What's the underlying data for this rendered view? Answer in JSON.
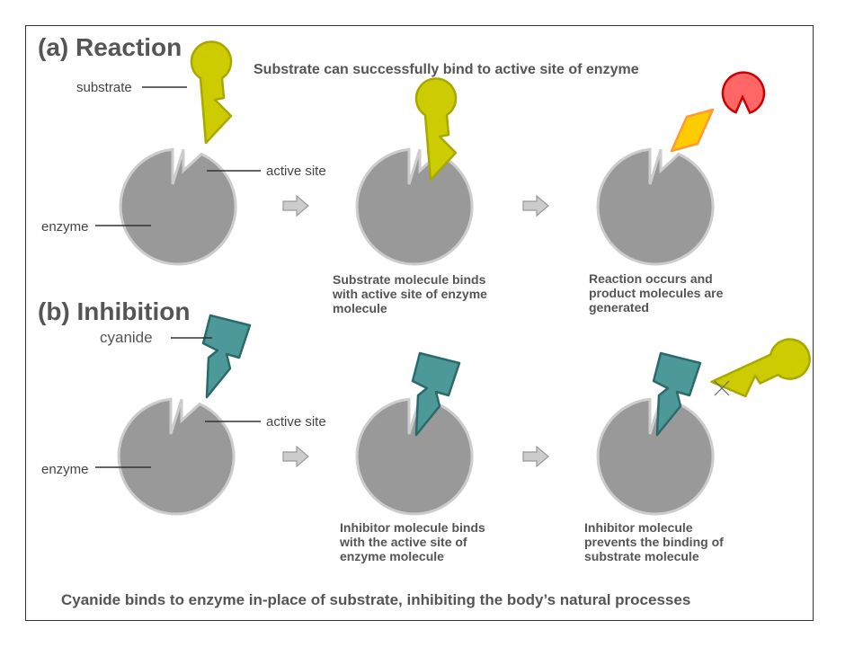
{
  "reaction": {
    "title": "(a) Reaction",
    "subtitle": "Substrate can successfully bind to active site of enzyme",
    "label_substrate": "substrate",
    "label_active_site": "active site",
    "label_enzyme": "enzyme",
    "caption_bind": [
      "Substrate molecule binds",
      "with active site of enzyme",
      "molecule"
    ],
    "caption_react": [
      "Reaction occurs and",
      "product molecules are",
      "generated"
    ]
  },
  "inhibition": {
    "title": "(b) Inhibition",
    "label_cyanide": "cyanide",
    "label_active_site": "active site",
    "label_enzyme": "enzyme",
    "caption_bind": [
      "Inhibitor molecule binds",
      "with the active site of",
      "enzyme molecule"
    ],
    "caption_block": [
      "Inhibitor molecule",
      "prevents the binding of",
      "substrate molecule"
    ]
  },
  "footer": "Cyanide binds to enzyme in-place of substrate, inhibiting the body’s natural processes",
  "colors": {
    "enzyme": "#999999",
    "substrate": "#cccc00",
    "inhibitor": "#4d9999",
    "product_red": "#ff6666",
    "product_orange": "#ffcc00"
  }
}
